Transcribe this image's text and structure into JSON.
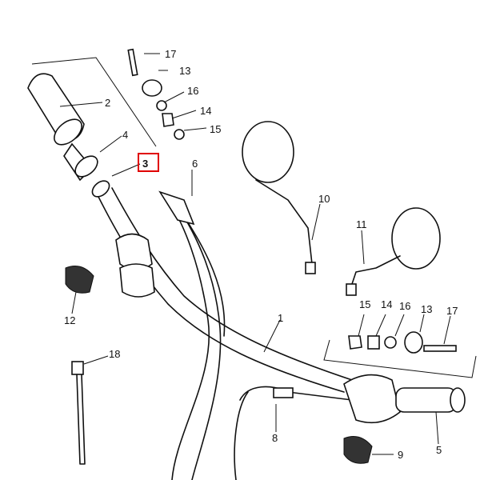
{
  "diagram": {
    "labels": {
      "p1": "1",
      "p2": "2",
      "p3": "3",
      "p4": "4",
      "p5": "5",
      "p6": "6",
      "p8": "8",
      "p9": "9",
      "p10": "10",
      "p11": "11",
      "p12": "12",
      "p13a": "13",
      "p14a": "14",
      "p15a": "15",
      "p16a": "16",
      "p17a": "17",
      "p13b": "13",
      "p14b": "14",
      "p15b": "15",
      "p16b": "16",
      "p17b": "17",
      "p18": "18"
    },
    "highlighted_part": "3",
    "highlight_color": "#e00000"
  }
}
